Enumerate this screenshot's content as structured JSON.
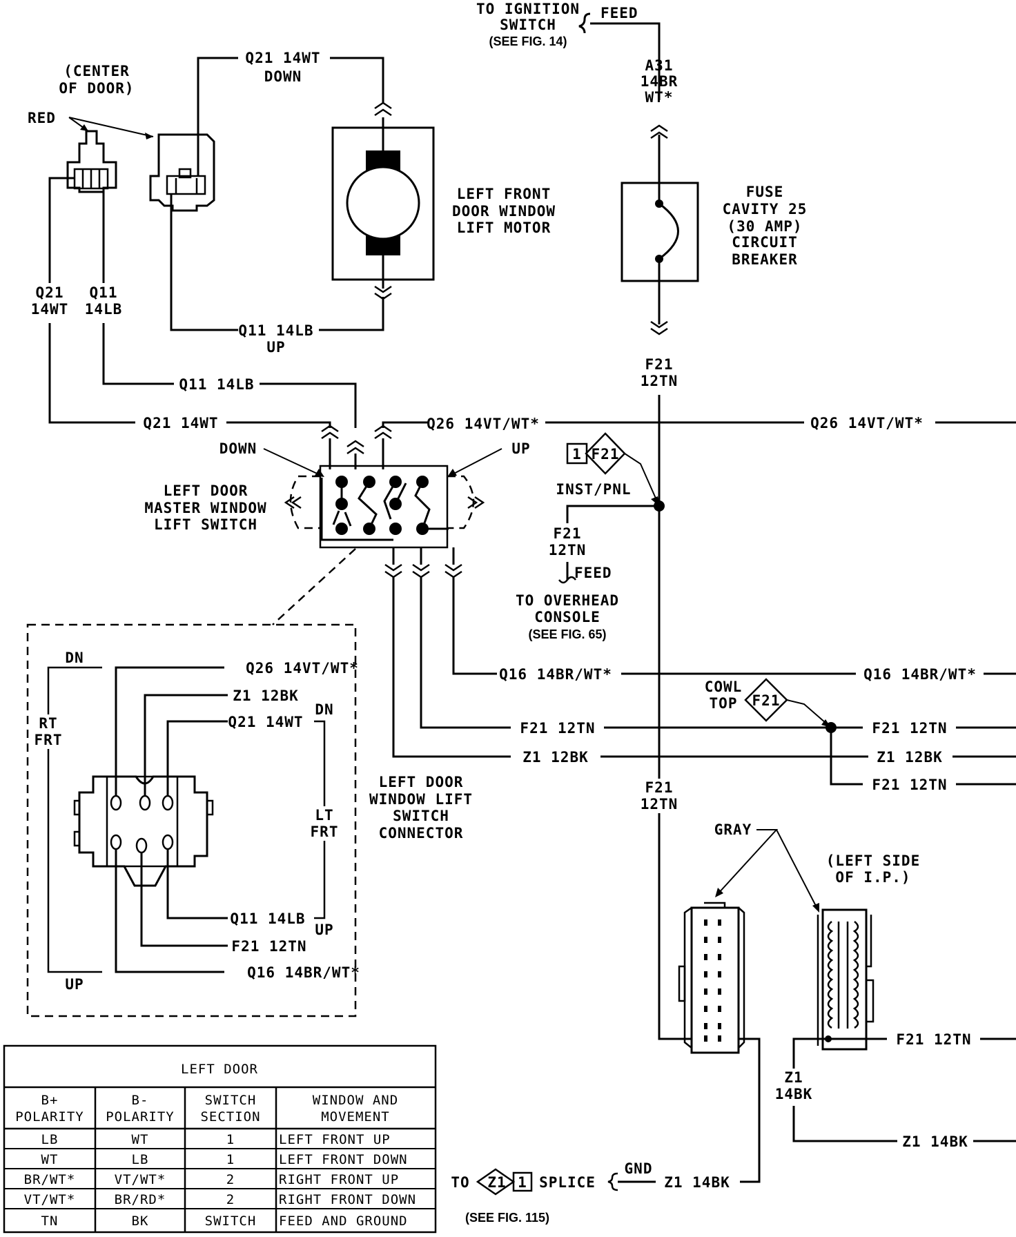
{
  "top": {
    "ign_line1": "TO IGNITION",
    "ign_line2": "SWITCH",
    "ign_ref": "(SEE FIG. 14)",
    "feed": "FEED",
    "a31_1": "A31",
    "a31_2": "14BR",
    "a31_3": "WT*"
  },
  "fuse": {
    "l1": "FUSE",
    "l2": "CAVITY 25",
    "l3": "(30 AMP)",
    "l4": "CIRCUIT",
    "l5": "BREAKER"
  },
  "f21_top_1": "F21",
  "f21_top_2": "12TN",
  "door_conn": {
    "center1": "(CENTER",
    "center2": "OF DOOR)",
    "red": "RED",
    "q21_down_1": "Q21 14WT",
    "q21_down_2": "DOWN",
    "q11_up_1": "Q11 14LB",
    "q11_up_2": "UP",
    "q21_v1": "Q21",
    "q21_v2": "14WT",
    "q11_v1": "Q11",
    "q11_v2": "14LB"
  },
  "motor": {
    "l1": "LEFT FRONT",
    "l2": "DOOR WINDOW",
    "l3": "LIFT MOTOR"
  },
  "wires": {
    "q11_14lb": "Q11 14LB",
    "q21_14wt": "Q21 14WT",
    "q26_14vtwt": "Q26 14VT/WT*",
    "q26_right": "Q26 14VT/WT*",
    "down": "DOWN",
    "up": "UP",
    "q16_14brwt": "Q16 14BR/WT*",
    "q16_right": "Q16 14BR/WT*",
    "f21_12tn": "F21 12TN",
    "z1_12bk": "Z1 12BK",
    "f21_r1": "F21 12TN",
    "z1_r": "Z1 12BK",
    "f21_r2": "F21 12TN"
  },
  "master_switch": {
    "l1": "LEFT DOOR",
    "l2": "MASTER WINDOW",
    "l3": "LIFT SWITCH"
  },
  "inst": {
    "pin": "1",
    "f21": "F21",
    "label": "INST/PNL",
    "w1": "F21",
    "w2": "12TN",
    "feed": "FEED",
    "dest1": "TO OVERHEAD",
    "dest2": "CONSOLE",
    "dest3": "(SEE FIG. 65)"
  },
  "cowl": {
    "l1": "COWL",
    "l2": "TOP",
    "f21": "F21"
  },
  "connector_lbl": {
    "l1": "LEFT DOOR",
    "l2": "WINDOW LIFT",
    "l3": "SWITCH",
    "l4": "CONNECTOR"
  },
  "f21_mid_1": "F21",
  "f21_mid_2": "12TN",
  "detail": {
    "dn": "DN",
    "rt1": "RT",
    "rt2": "FRT",
    "up": "UP",
    "q26": "Q26 14VT/WT*",
    "z1": "Z1 12BK",
    "q21": "Q21 14WT",
    "dn2": "DN",
    "lt1": "LT",
    "lt2": "FRT",
    "q11": "Q11 14LB",
    "up2": "UP",
    "f21": "F21 12TN",
    "q16": "Q16 14BR/WT*"
  },
  "ip": {
    "gray": "GRAY",
    "side1": "(LEFT SIDE",
    "side2": "OF I.P.)",
    "f21": "F21 12TN",
    "z1_1": "Z1",
    "z1_2": "14BK",
    "z1_wire": "Z1 14BK"
  },
  "splice": {
    "to": "TO",
    "z1": "Z1",
    "pin": "1",
    "word": "SPLICE",
    "gnd": "GND",
    "wire": "Z1 14BK",
    "ref": "(SEE FIG. 115)"
  },
  "table": {
    "title": "LEFT DOOR",
    "headers": [
      [
        "B+",
        "POLARITY"
      ],
      [
        "B-",
        "POLARITY"
      ],
      [
        "SWITCH",
        "SECTION"
      ],
      [
        "WINDOW AND",
        "MOVEMENT"
      ]
    ],
    "rows": [
      [
        "LB",
        "WT",
        "1",
        "LEFT FRONT UP"
      ],
      [
        "WT",
        "LB",
        "1",
        "LEFT FRONT DOWN"
      ],
      [
        "BR/WT*",
        "VT/WT*",
        "2",
        "RIGHT FRONT UP"
      ],
      [
        "VT/WT*",
        "BR/RD*",
        "2",
        "RIGHT FRONT DOWN"
      ],
      [
        "TN",
        "BK",
        "SWITCH",
        "FEED AND GROUND"
      ]
    ]
  }
}
